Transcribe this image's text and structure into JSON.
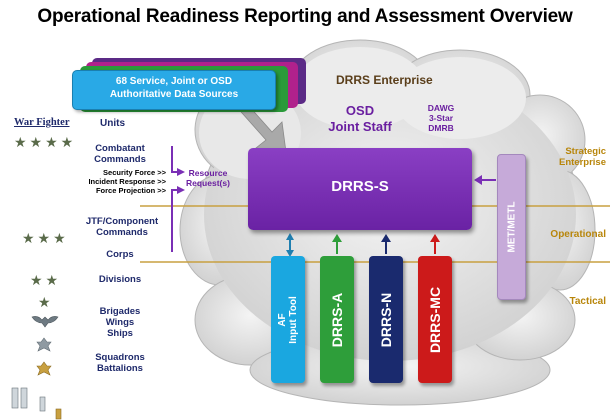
{
  "title": "Operational Readiness Reporting and Assessment Overview",
  "source_box": {
    "line1": "68 Service, Joint or OSD",
    "line2": "Authoritative Data Sources"
  },
  "cloud": {
    "enterprise_label": "DRRS Enterprise",
    "osd_line1": "OSD",
    "osd_line2": "Joint Staff",
    "dawg_line1": "DAWG",
    "dawg_line2": "3-Star",
    "dawg_line3": "DMRB"
  },
  "drrs_s": "DRRS-S",
  "met_metl": "MET/METL",
  "resource_request": {
    "line1": "Resource",
    "line2": "Request(s)"
  },
  "war_fighter": "War Fighter",
  "units_label": "Units",
  "levels": {
    "strategic": "Strategic\nEnterprise",
    "operational": "Operational",
    "tactical": "Tactical"
  },
  "unit_groups": {
    "combatant_commands": "Combatant\nCommands",
    "security_force": "Security Force >>",
    "incident_response": "Incident Response >>",
    "force_projection": "Force Projection >>",
    "jtf": "JTF/Component\nCommands",
    "corps": "Corps",
    "divisions": "Divisions",
    "brigades": "Brigades\nWings\nShips",
    "squadrons": "Squadrons\nBattalions"
  },
  "ranks": {
    "four_star": "★★★★",
    "three_star": "★★★",
    "two_star": "★★",
    "one_star": "★"
  },
  "systems": [
    {
      "label": "AF\nInput Tool",
      "color": "#1aa7e0",
      "arrow": "#1f7fb0"
    },
    {
      "label": "DRRS-A",
      "color": "#2e9e3a",
      "arrow": "#2e9e3a"
    },
    {
      "label": "DRRS-N",
      "color": "#1a2a6e",
      "arrow": "#1a2a6e"
    },
    {
      "label": "DRRS-MC",
      "color": "#cc1a1a",
      "arrow": "#cc1a1a"
    }
  ],
  "colors": {
    "navy": "#1f2a6b",
    "gold": "#b8860b",
    "purple": "#7a2fb5",
    "lavender": "#c4a8d8",
    "divider": "#c8a040"
  }
}
